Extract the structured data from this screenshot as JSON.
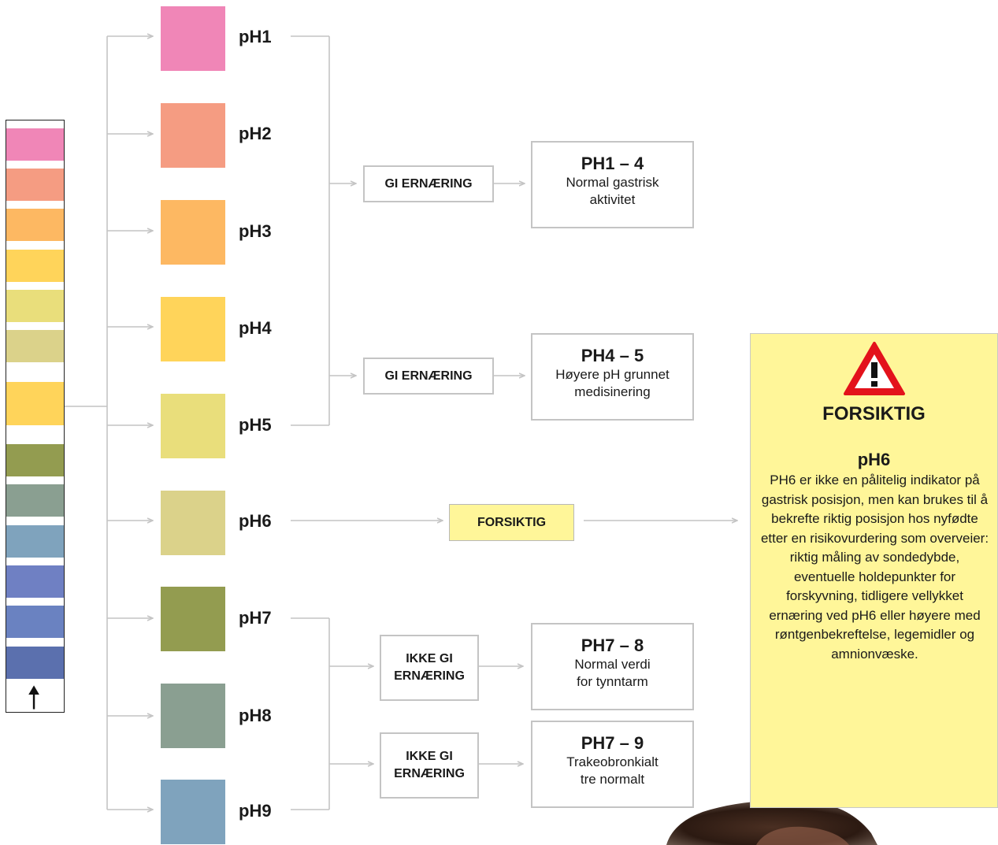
{
  "colors": {
    "ph1": "#f086b7",
    "ph2": "#f59c82",
    "ph3": "#fdb862",
    "ph4": "#ffd45a",
    "ph5": "#e9de7b",
    "ph6": "#dbd28a",
    "ph7": "#939c50",
    "ph8": "#8a9f91",
    "ph9": "#7fa3bd",
    "ph10": "#6f80c3",
    "ph11": "#6a82c1",
    "ph12": "#5b70ae",
    "connector": "#c4c4c4",
    "caution_bg": "#fff699",
    "warning_red": "#e3121b"
  },
  "ph_scale": [
    {
      "label": "pH1",
      "color": "#f086b7"
    },
    {
      "label": "pH2",
      "color": "#f59c82"
    },
    {
      "label": "pH3",
      "color": "#fdb862"
    },
    {
      "label": "pH4",
      "color": "#ffd45a"
    },
    {
      "label": "pH5",
      "color": "#e9de7b"
    },
    {
      "label": "pH6",
      "color": "#dbd28a"
    },
    {
      "label": "pH7",
      "color": "#939c50"
    },
    {
      "label": "pH8",
      "color": "#8a9f91"
    },
    {
      "label": "pH9",
      "color": "#7fa3bd"
    }
  ],
  "strip_colors": [
    "#f086b7",
    "#f59c82",
    "#fdb862",
    "#ffd45a",
    "#e9de7b",
    "#dbd28a",
    "#ffd45a",
    "#939c50",
    "#8a9f91",
    "#7fa3bd",
    "#6f80c3",
    "#6a82c1",
    "#5b70ae"
  ],
  "decisions": [
    {
      "label": "GI ERNÆRING"
    },
    {
      "label": "GI ERNÆRING"
    },
    {
      "label": "FORSIKTIG"
    },
    {
      "label": "IKKE GI\nERNÆRING"
    },
    {
      "label": "IKKE GI\nERNÆRING"
    }
  ],
  "results": [
    {
      "title": "PH1 – 4",
      "desc": "Normal gastrisk\naktivitet"
    },
    {
      "title": "PH4 – 5",
      "desc": "Høyere pH grunnet\nmedisinering"
    },
    {
      "title": "PH7 – 8",
      "desc": "Normal verdi\nfor tynntarm"
    },
    {
      "title": "PH7 – 9",
      "desc": "Trakeobronkialt\ntre normalt"
    }
  ],
  "caution_panel": {
    "icon": "warning-triangle-icon",
    "heading": "FORSIKTIG",
    "subheading": "pH6",
    "body": "PH6 er ikke en pålitelig indikator på gastrisk posisjon, men kan brukes til å bekrefte riktig posisjon hos nyfødte etter en risikovurdering som overveier: riktig måling av sondedybde, eventuelle holdepunkter for forskyvning, tidligere vellykket ernæring ved pH6 eller høyere med røntgenbekreftelse, legemidler og amnionvæske."
  },
  "strip_icon": "up-arrow-icon"
}
